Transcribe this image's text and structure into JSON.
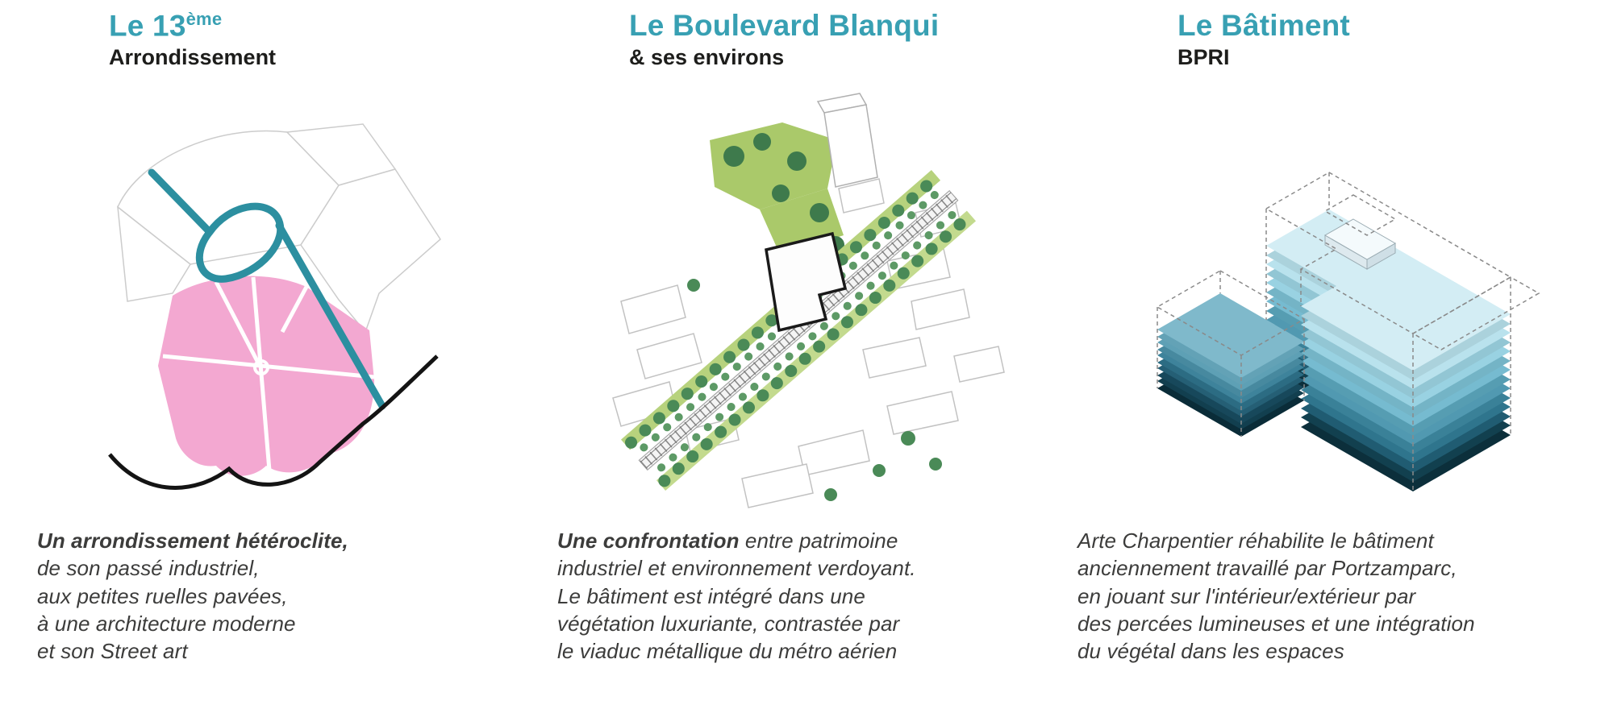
{
  "colors": {
    "accent_teal": "#38A0B3",
    "map_pink": "#F3A8D1",
    "map_road_teal": "#2C8FA0",
    "tree_dark_green": "#3E7A4C",
    "grass_green": "#AAC96A",
    "building_light_blue": "#D3EDF4",
    "building_dark_teal": "#12404F",
    "text_dark": "#3c3c3b"
  },
  "columns": [
    {
      "title_teal": "Le 13",
      "title_sup": "ème",
      "subtitle": "Arrondissement",
      "illustration": "map-13th-arrondissement",
      "description": {
        "lead": "Un arrondissement hétéroclite,",
        "lines": [
          "de son passé industriel,",
          "aux petites ruelles pavées,",
          "à une architecture moderne",
          "et son Street art"
        ]
      }
    },
    {
      "title_teal": "Le Boulevard Blanqui",
      "subtitle": "& ses environs",
      "illustration": "axonometric-boulevard-map",
      "description": {
        "lead": "Une confrontation",
        "lead_rest": " entre patrimoine",
        "lines": [
          "industriel et environnement verdoyant.",
          "Le bâtiment est intégré dans une",
          "végétation luxuriante, contrastée par",
          "le viaduc métallique du métro aérien"
        ]
      }
    },
    {
      "title_teal": "Le Bâtiment",
      "subtitle": "BPRI",
      "illustration": "axonometric-building-bpri",
      "description": {
        "lines": [
          "Arte Charpentier réhabilite le bâtiment",
          "anciennement travaillé par Portzamparc,",
          "en jouant sur l'intérieur/extérieur par",
          "des percées lumineuses et une intégration",
          "du végétal dans les espaces"
        ]
      }
    }
  ]
}
